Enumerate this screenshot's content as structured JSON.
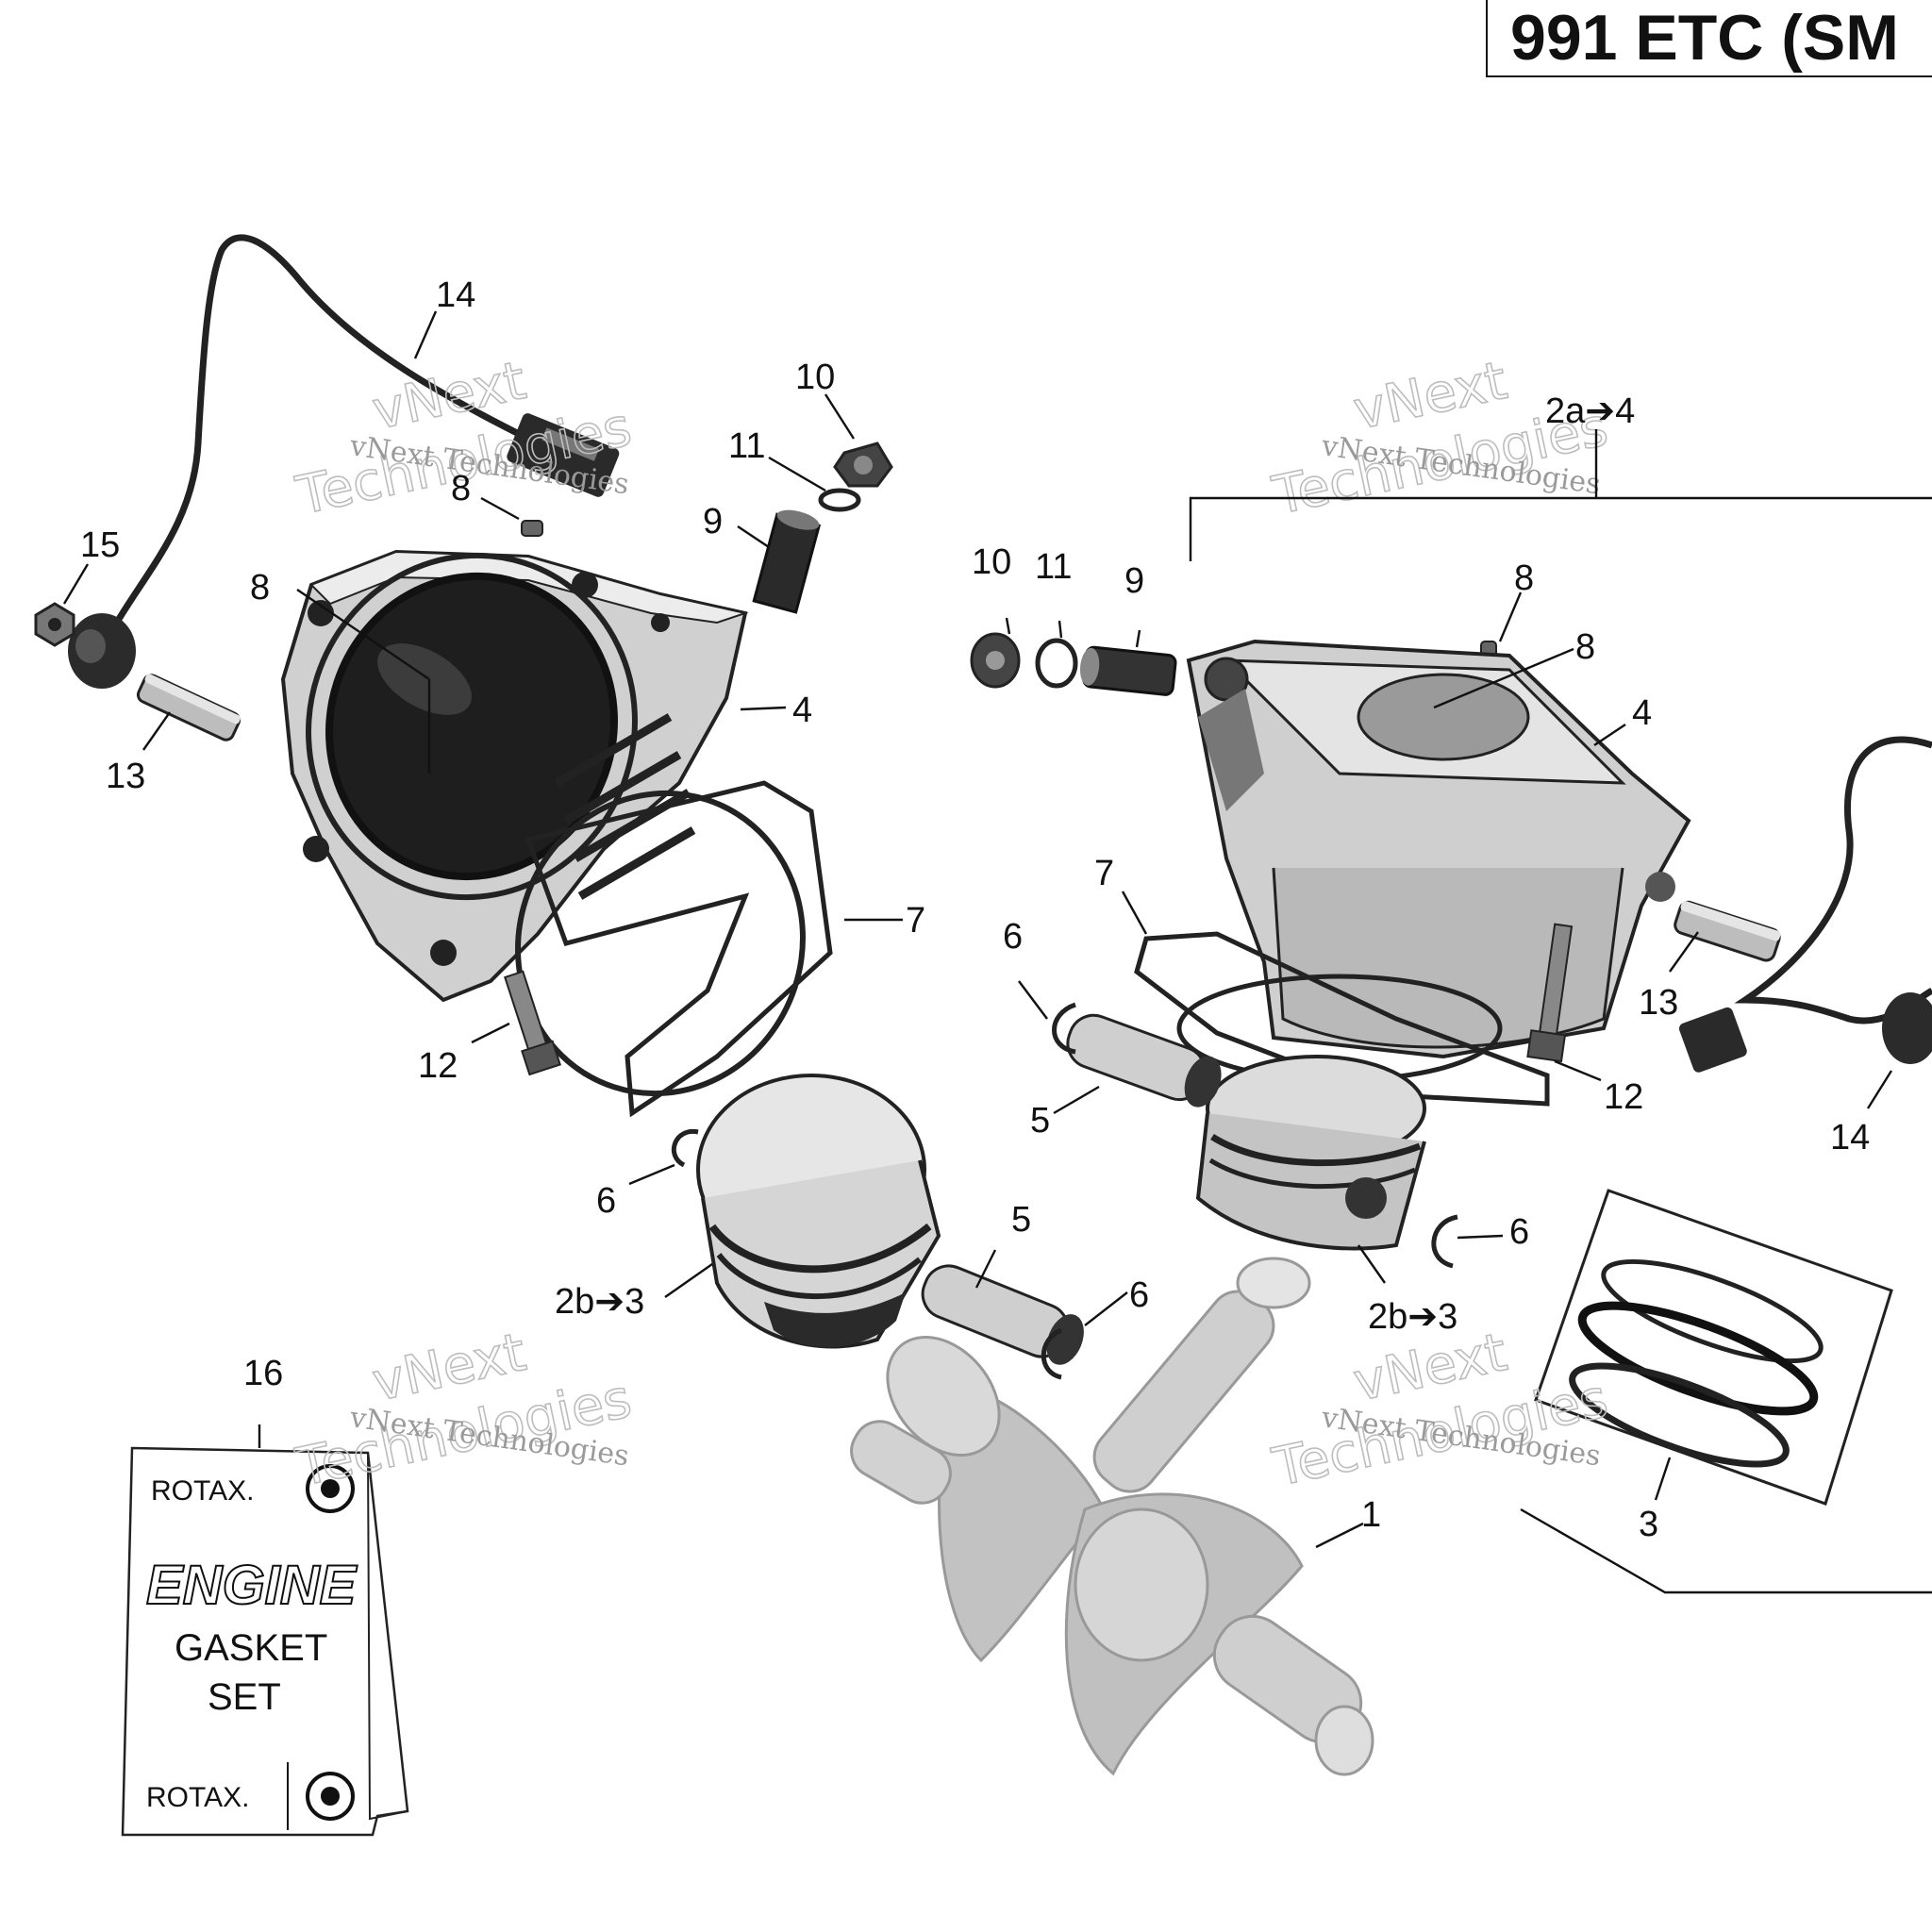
{
  "header": {
    "title": "991 ETC (SM"
  },
  "watermark": {
    "line1": "vNext",
    "line2": "Technologies",
    "caption": "vNext Technologies"
  },
  "callouts": {
    "c14a": "14",
    "c15": "15",
    "c13a": "13",
    "c8a": "8",
    "c8b": "8",
    "c10a": "10",
    "c11a": "11",
    "c9a": "9",
    "c4a": "4",
    "c7a": "7",
    "c12a": "12",
    "c6a": "6",
    "c2b3a": "2b➔3",
    "c5a": "5",
    "c6b": "6",
    "c2a4": "2a➔4",
    "c10b": "10",
    "c11b": "11",
    "c9b": "9",
    "c8c": "8",
    "c8d": "8",
    "c4b": "4",
    "c7b": "7",
    "c6c": "6",
    "c5b": "5",
    "c13b": "13",
    "c12b": "12",
    "c14b": "14",
    "c6d": "6",
    "c2b3b": "2b➔3",
    "c3": "3",
    "c1": "1",
    "c16": "16"
  },
  "gasket_label": {
    "brand_top": "ROTAX.",
    "line_engine": "ENGINE",
    "line_gasket": "GASKET",
    "line_set": "SET",
    "brand_bottom": "ROTAX."
  },
  "colors": {
    "ink": "#111111",
    "part_gray": "#c9c9c9",
    "dark_gray": "#3a3a3a",
    "watermark": "#9a9a9a"
  }
}
